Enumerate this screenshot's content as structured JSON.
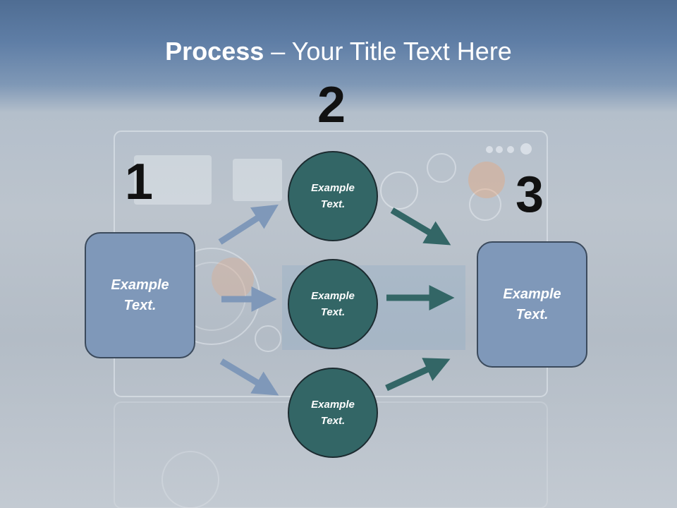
{
  "title": {
    "bold": "Process",
    "rest": " – Your Title Text Here"
  },
  "steps": {
    "one": "1",
    "two": "2",
    "three": "3"
  },
  "boxes": {
    "left": "Example\nText.",
    "right": "Example\nText."
  },
  "circles": {
    "top": "Example\nText.",
    "middle": "Example\nText.",
    "bottom": "Example\nText."
  },
  "colors": {
    "box_fill": "#7f98b9",
    "circle_fill": "#336666",
    "arrow_blue": "#7f98b9",
    "arrow_teal": "#336666"
  }
}
